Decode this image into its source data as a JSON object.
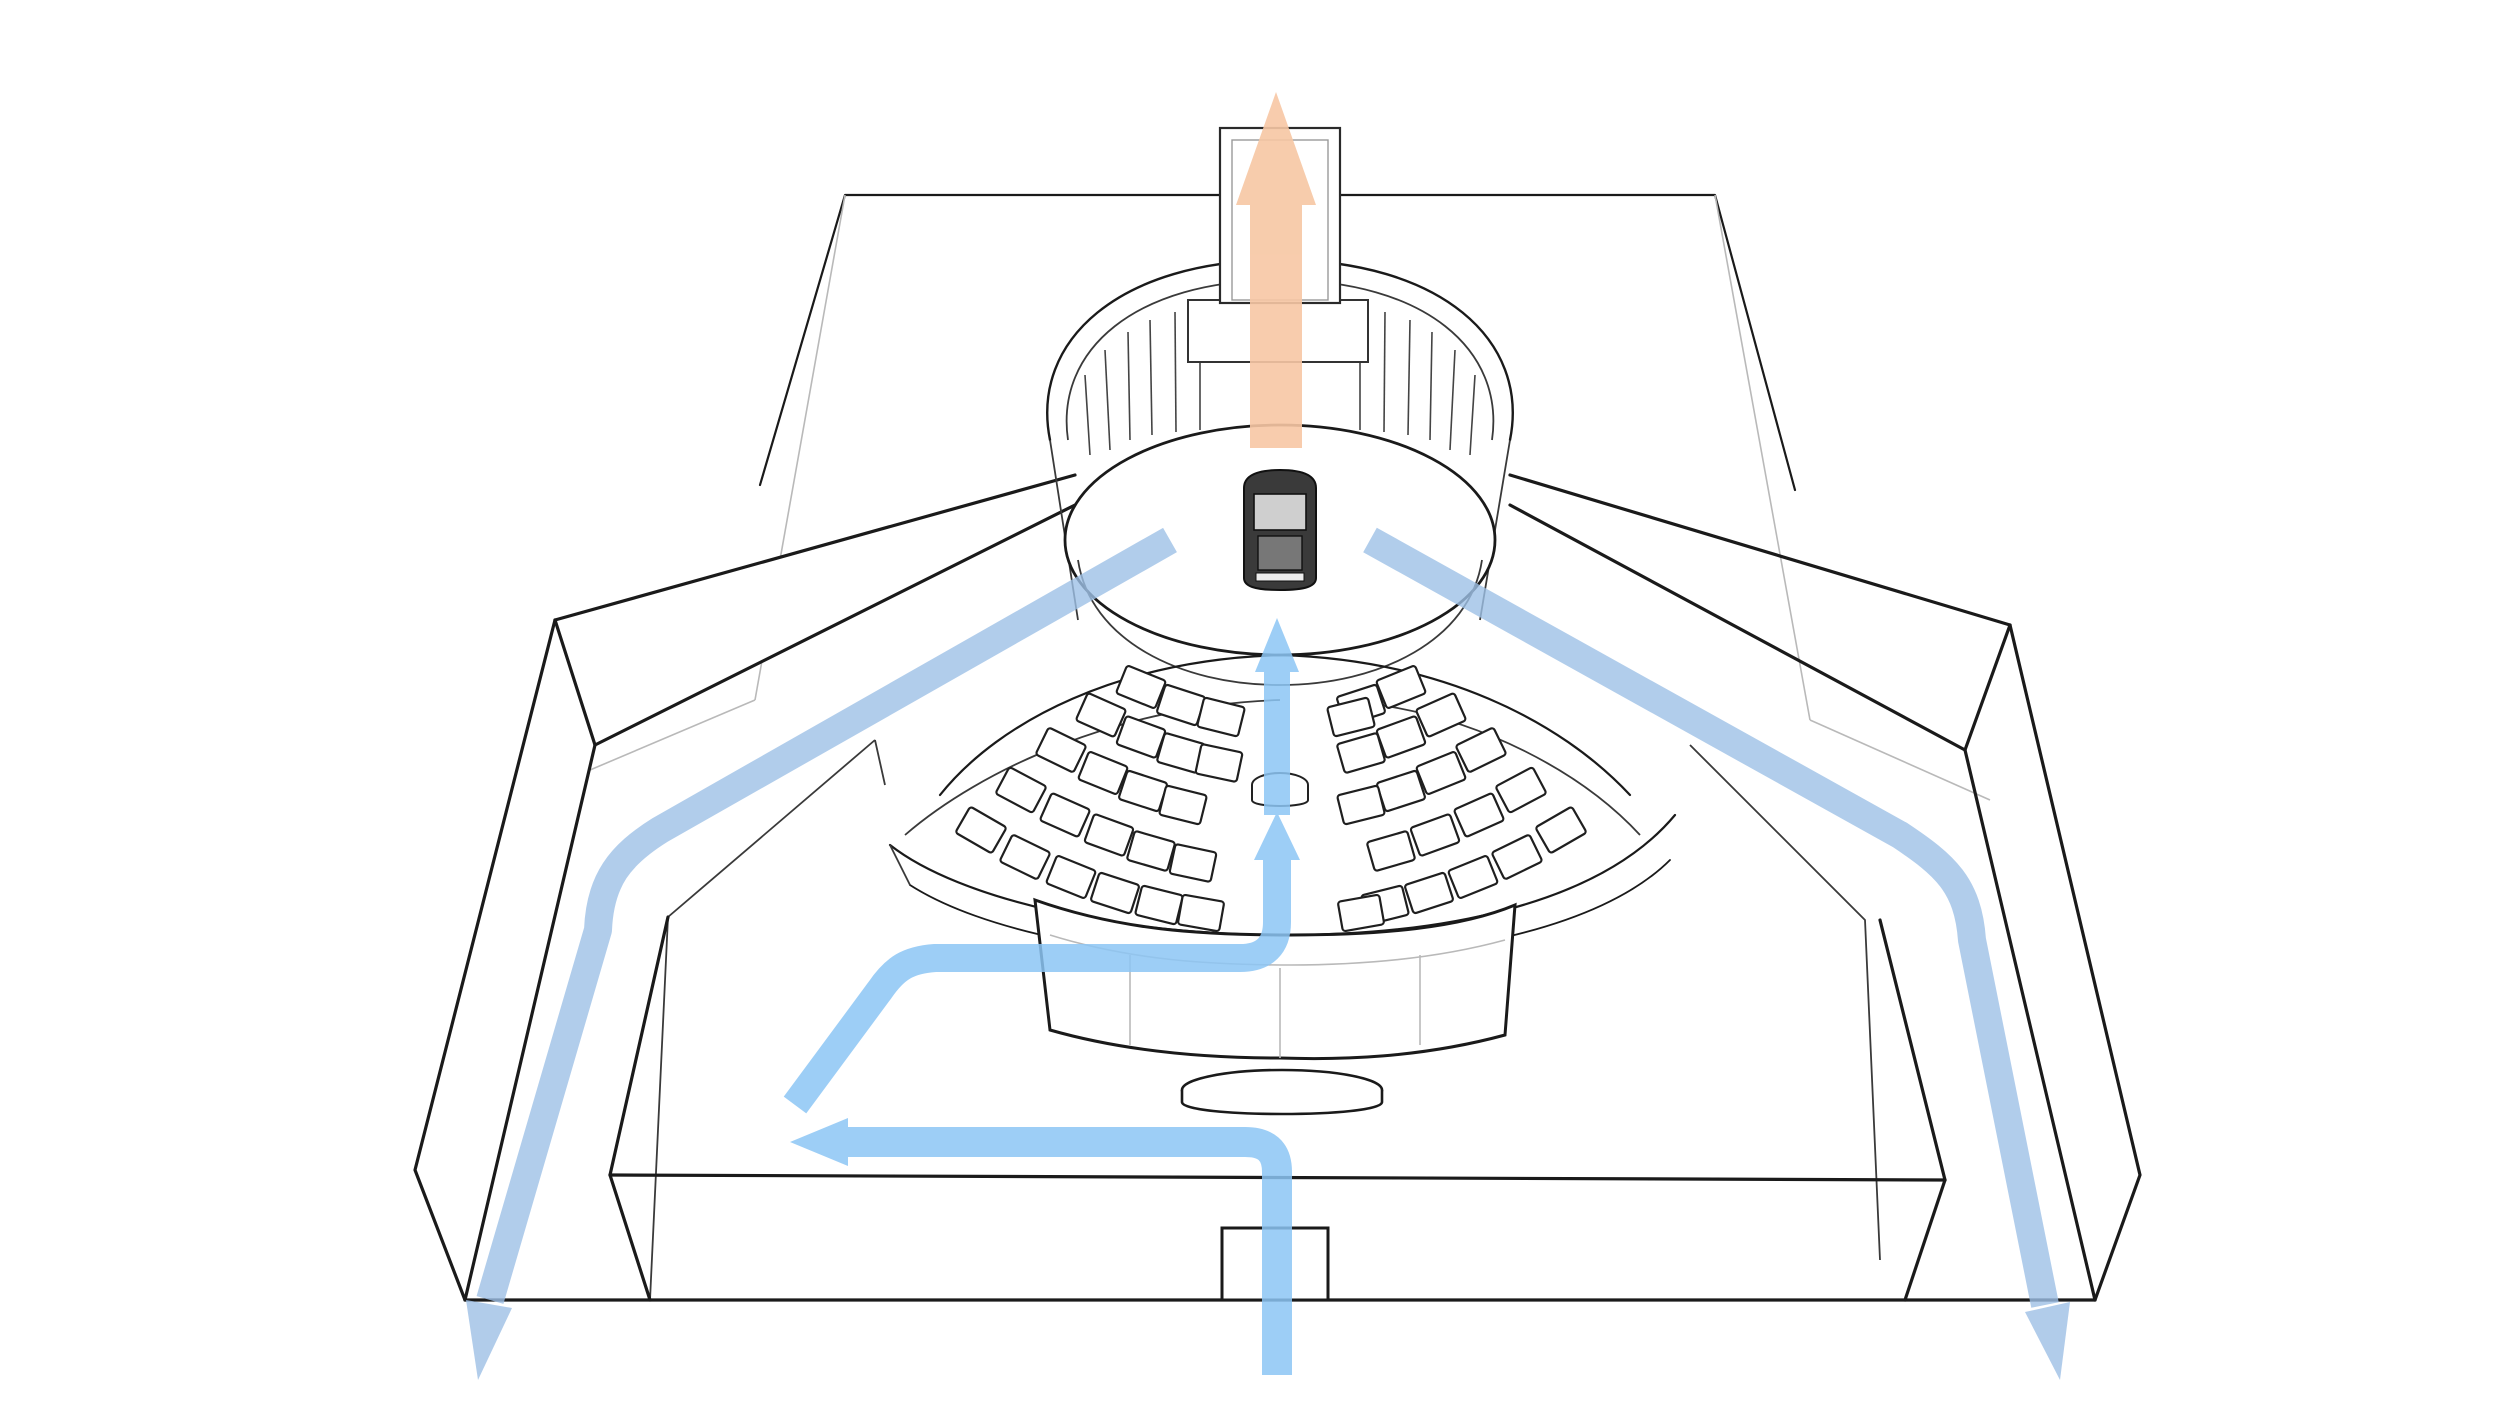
{
  "diagram": {
    "type": "architectural-axonometric-circulation",
    "colors": {
      "background": "#ffffff",
      "linework": "#1a1a1a",
      "hidden_lines": "#b9b9b9",
      "flow_inbound": "#8cc6f5",
      "flow_outbound": "#9ec0e6",
      "flow_vertical": "#f7c7a4"
    },
    "flows": [
      {
        "id": "main-entry",
        "color": "blue"
      },
      {
        "id": "entry-to-left-branch",
        "color": "blue"
      },
      {
        "id": "entry-to-stage",
        "color": "blue"
      },
      {
        "id": "exit-left",
        "color": "blue"
      },
      {
        "id": "exit-right",
        "color": "blue"
      },
      {
        "id": "vertical-exit",
        "color": "orange"
      }
    ],
    "elements": {
      "vehicle": "car-on-turntable",
      "stage": "circular-turntable",
      "seating": "tiered-seating-rows",
      "screen": "curved-screen",
      "entrance": "ground-floor-door"
    }
  }
}
